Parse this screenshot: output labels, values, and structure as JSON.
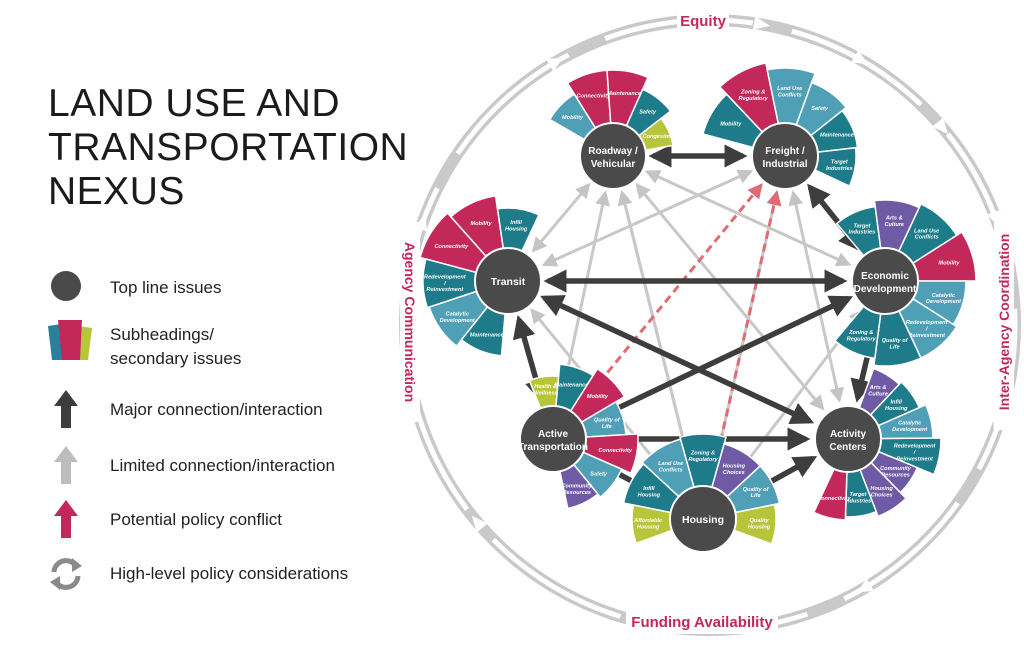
{
  "title": {
    "line1": "LAND USE AND",
    "line2": "TRANSPORTATION",
    "line3": "NEXUS"
  },
  "legend": {
    "top_line": "Top line issues",
    "subheadings_1": "Subheadings/",
    "subheadings_2": "secondary issues",
    "major": "Major connection/interaction",
    "limited": "Limited connection/interaction",
    "conflict": "Potential policy conflict",
    "policy": "High-level policy considerations"
  },
  "ring": {
    "top": "Equity",
    "bottom": "Funding Availability",
    "left": "Agency Communication",
    "right": "Inter-Agency Coordination"
  },
  "colors": {
    "teal": "#1d7b8a",
    "magenta": "#c2285a",
    "lime": "#b8c43a",
    "lightblue": "#4f9fb7",
    "purple": "#6f5aa6",
    "dark": "#4a4a4a",
    "gray": "#bcbcbc",
    "conflict": "#e06b73"
  },
  "nodes": {
    "roadway": {
      "l1": "Roadway /",
      "l2": "Vehicular",
      "subs": [
        "Mobility",
        "Connectivity",
        "Maintenance",
        "Safety",
        "Congestion"
      ]
    },
    "freight": {
      "l1": "Freight /",
      "l2": "Industrial",
      "subs": [
        "Mobility",
        "Zoning & Regulatory",
        "Land Use Conflicts",
        "Safety",
        "Maintenance",
        "Target Industries"
      ]
    },
    "transit": {
      "l1": "Transit",
      "l2": "",
      "subs": [
        "Infill Housing",
        "Mobility",
        "Connectivity",
        "Redevelopment / Reinvestment",
        "Catalytic Development",
        "Maintenance"
      ]
    },
    "economic": {
      "l1": "Economic",
      "l2": "Development",
      "subs": [
        "Target Industries",
        "Arts & Culture",
        "Land Use Conflicts",
        "Mobility",
        "Catalytic Development",
        "Redevelopment / Reinvestment",
        "Quality of Life",
        "Zoning & Regulatory"
      ]
    },
    "active": {
      "l1": "Active",
      "l2": "Transportation",
      "subs": [
        "Health & Wellness",
        "Maintenance",
        "Mobility",
        "Quality of Life",
        "Connectivity",
        "Safety",
        "Community Resources"
      ]
    },
    "activity": {
      "l1": "Activity",
      "l2": "Centers",
      "subs": [
        "Arts & Culture",
        "Infill Housing",
        "Catalytic Development",
        "Redevelopment / Reinvestment",
        "Community Resources",
        "Housing Choices",
        "Target Industries",
        "Connectivity"
      ]
    },
    "housing": {
      "l1": "Housing",
      "l2": "",
      "subs": [
        "Affordable Housing",
        "Quality Housing",
        "Infill Housing",
        "Quality of Life",
        "Land Use Conflicts",
        "Zoning & Regulatory",
        "Housing Choices"
      ]
    }
  }
}
